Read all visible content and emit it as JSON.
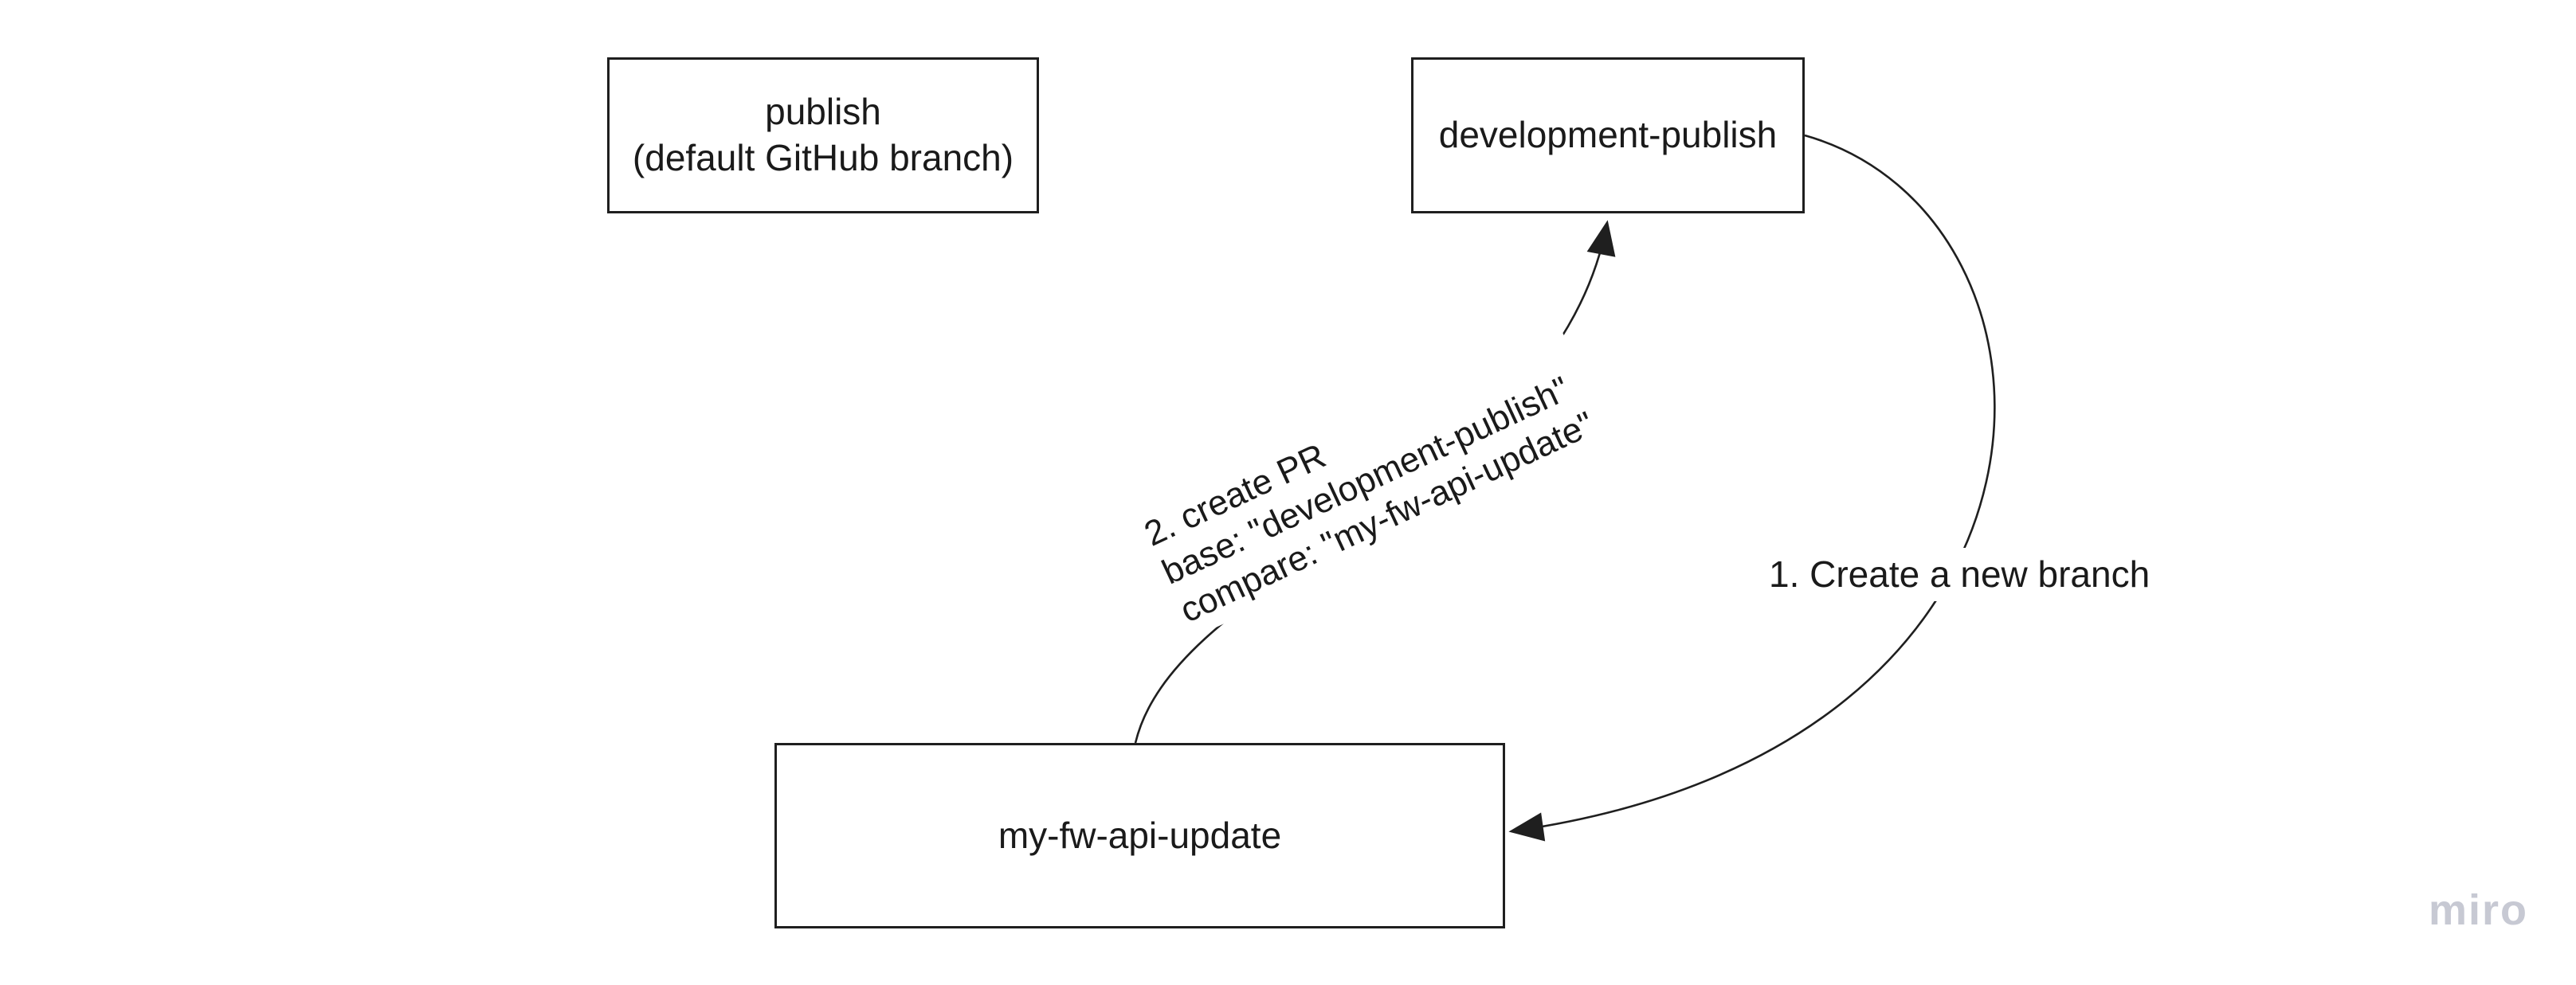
{
  "canvas": {
    "background": "#ffffff",
    "stroke_color": "#1f1f1f",
    "text_color": "#1a1a1a"
  },
  "nodes": [
    {
      "id": "publish",
      "lines": [
        "publish",
        "(default GitHub branch)"
      ]
    },
    {
      "id": "development-publish",
      "lines": [
        "development-publish"
      ]
    },
    {
      "id": "my-fw-api-update",
      "lines": [
        "my-fw-api-update"
      ]
    }
  ],
  "connectors": [
    {
      "id": "create-branch",
      "from": "development-publish",
      "to": "my-fw-api-update",
      "label": "1. Create a new branch"
    },
    {
      "id": "create-pr",
      "from": "my-fw-api-update",
      "to": "development-publish",
      "label_lines": [
        "2. create PR",
        "base: \"development-publish\"",
        "compare: \"my-fw-api-update\""
      ]
    }
  ],
  "watermark": {
    "label": "miro",
    "color": "#c7c9d3"
  }
}
